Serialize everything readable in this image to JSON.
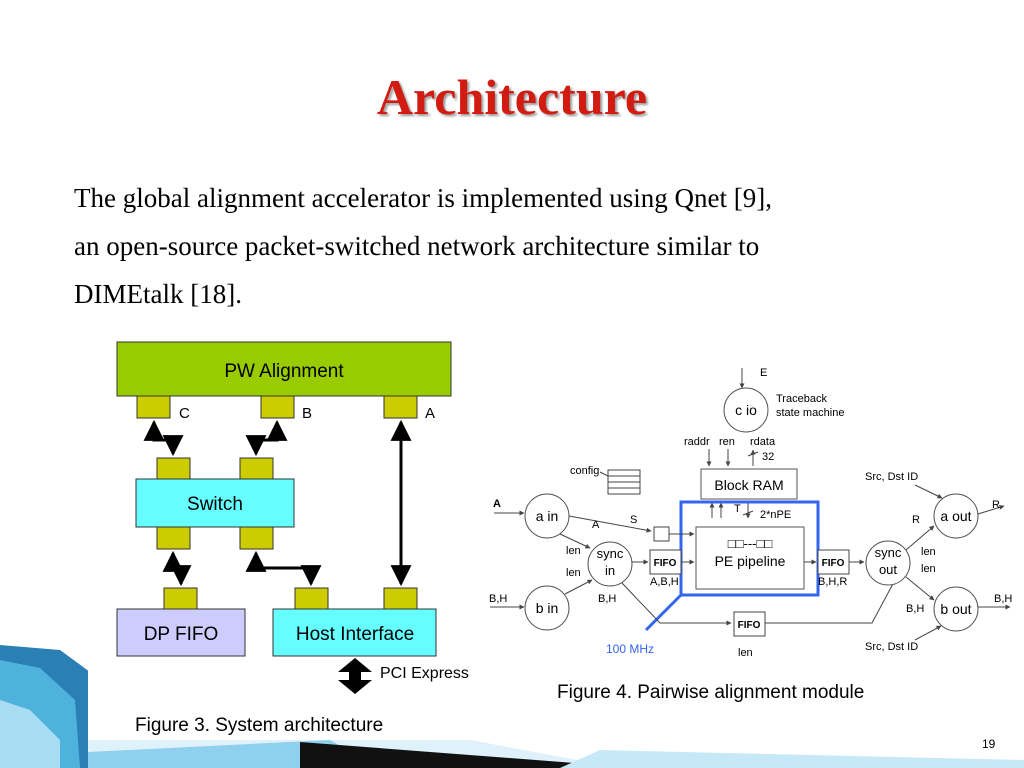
{
  "slide": {
    "title": "Architecture",
    "body_lines": [
      "The global alignment accelerator is implemented using Qnet [9],",
      "an open-source packet-switched network architecture similar to",
      "DIMEtalk [18]."
    ],
    "page_number": "19"
  },
  "figure3": {
    "caption": "Figure 3.  System architecture",
    "pw_alignment": "PW Alignment",
    "switch": "Switch",
    "dp_fifo": "DP FIFO",
    "host_interface": "Host Interface",
    "pci_express": "PCI Express",
    "port_c": "C",
    "port_b": "B",
    "port_a": "A",
    "colors": {
      "pw": "#99cc00",
      "switch": "#66ffff",
      "dpfifo": "#ccccff",
      "host": "#66ffff",
      "port": "#cccc00"
    }
  },
  "figure4": {
    "caption": "Figure 4.  Pairwise alignment module",
    "e": "E",
    "c_io": "c io",
    "traceback": [
      "Traceback",
      "state machine"
    ],
    "raddr": "raddr",
    "ren": "ren",
    "rdata": "rdata",
    "w32": "32",
    "config": "config",
    "block_ram": "Block RAM",
    "t": "T",
    "two_npe": "2*nPE",
    "src_dst_top": "Src, Dst ID",
    "src_dst_bottom": "Src, Dst ID",
    "input_a": "A",
    "a_in": "a in",
    "s": "S",
    "a_small": "A",
    "len1": "len",
    "len2": "len",
    "sync_in": [
      "sync",
      "in"
    ],
    "fifo_left": "FIFO",
    "a_b_h": "A,B,H",
    "pe_dots": "□□‑‑‑□□",
    "pe_pipeline": "PE pipeline",
    "fifo_right": "FIFO",
    "b_h_r": "B,H,R",
    "sync_out": [
      "sync",
      "out"
    ],
    "len3": "len",
    "len4": "len",
    "r_small": "R",
    "a_out": "a out",
    "r_out": "R",
    "input_bh": "B,H",
    "b_in": "b in",
    "b_h_small": "B,H",
    "fifo_bottom": "FIFO",
    "len_bottom": "len",
    "b_h_right": "B,H",
    "b_out": "b out",
    "b_h_out": "B,H",
    "freq": "100 MHz",
    "highlight_color": "#3366ee"
  }
}
